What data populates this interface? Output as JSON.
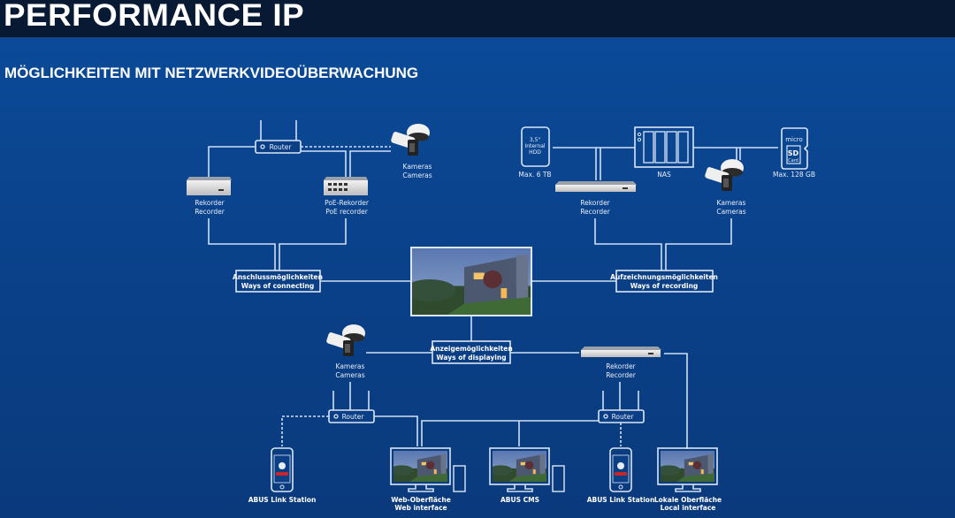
{
  "header": {
    "title": "PERFORMANCE IP"
  },
  "subtitle": "MÖGLICHKEITEN MIT NETZWERKVIDEOÜBERWACHUNG",
  "colors": {
    "header_bg": "#081a33",
    "background": "#0a4590",
    "line": "#cfe0f4",
    "text": "#ffffff"
  },
  "center_image": "house-at-dusk-photo",
  "hubs": {
    "connecting": {
      "de": "Anschlussmöglichkeiten",
      "en": "Ways of connecting"
    },
    "recording": {
      "de": "Aufzeichnungsmöglichkeiten",
      "en": "Ways of recording"
    },
    "displaying": {
      "de": "Anzeigemöglichkeiten",
      "en": "Ways of displaying"
    }
  },
  "connecting_group": {
    "router": "Router",
    "recorder": {
      "de": "Rekorder",
      "en": "Recorder"
    },
    "poe_recorder": {
      "de": "PoE-Rekorder",
      "en": "PoE recorder"
    },
    "cameras": {
      "de": "Kameras",
      "en": "Cameras"
    }
  },
  "recording_group": {
    "hdd": {
      "line1": "3,5\"",
      "line2": "Internal",
      "line3": "HDD",
      "caption": "Max. 6 TB"
    },
    "nas": "NAS",
    "recorder": {
      "de": "Rekorder",
      "en": "Recorder"
    },
    "cameras": {
      "de": "Kameras",
      "en": "Cameras"
    },
    "sd": {
      "micro": "micro",
      "sd": "SD",
      "card": "Card",
      "caption": "Max. 128 GB"
    }
  },
  "displaying_group": {
    "cameras": {
      "de": "Kameras",
      "en": "Cameras"
    },
    "recorder": {
      "de": "Rekorder",
      "en": "Recorder"
    },
    "router_left": "Router",
    "router_right": "Router",
    "endpoints": [
      {
        "de": "ABUS Link Station",
        "en": ""
      },
      {
        "de": "Web-Oberfläche",
        "en": "Web interface"
      },
      {
        "de": "ABUS CMS",
        "en": ""
      },
      {
        "de": "ABUS Link Station",
        "en": ""
      },
      {
        "de": "Lokale Oberfläche",
        "en": "Local interface"
      }
    ]
  }
}
